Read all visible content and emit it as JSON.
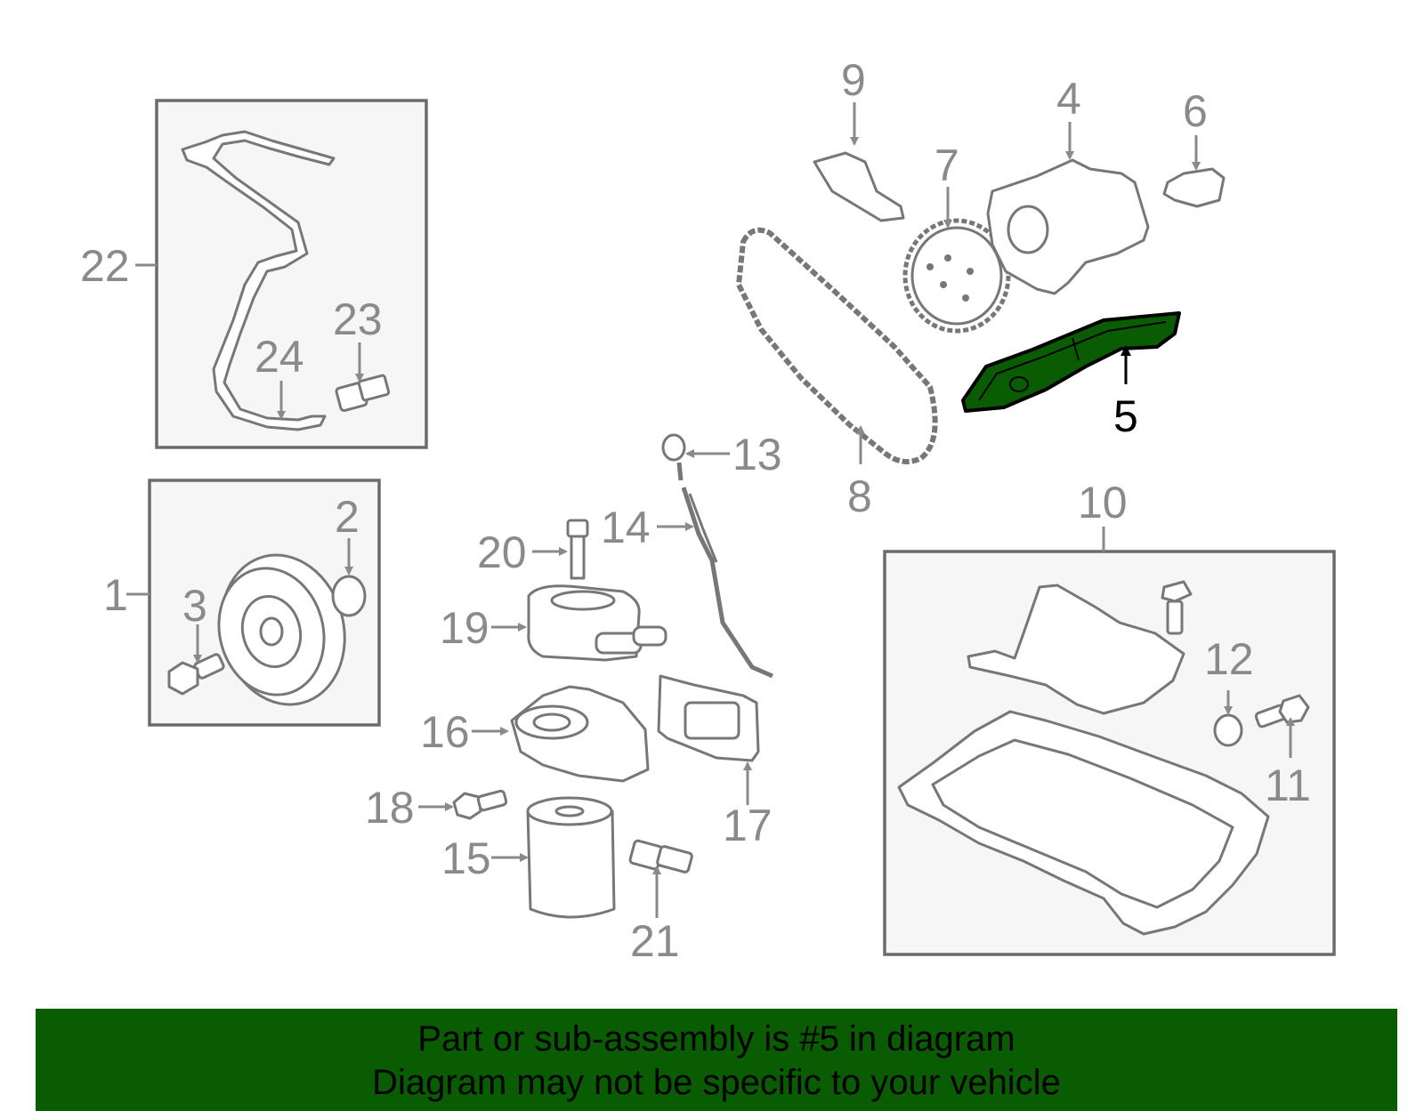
{
  "callouts": {
    "n1": "1",
    "n2": "2",
    "n3": "3",
    "n4": "4",
    "n5": "5",
    "n6": "6",
    "n7": "7",
    "n8": "8",
    "n9": "9",
    "n10": "10",
    "n11": "11",
    "n12": "12",
    "n13": "13",
    "n14": "14",
    "n15": "15",
    "n16": "16",
    "n17": "17",
    "n18": "18",
    "n19": "19",
    "n20": "20",
    "n21": "21",
    "n22": "22",
    "n23": "23",
    "n24": "24"
  },
  "highlight_part": "5",
  "colors": {
    "highlight": "#0a5c02",
    "line": "#8a8a8a",
    "banner_bg": "#0a5c02"
  },
  "banner": {
    "line1": "Part or sub-assembly is #5 in diagram",
    "line2": "Diagram may not be specific to your vehicle"
  }
}
